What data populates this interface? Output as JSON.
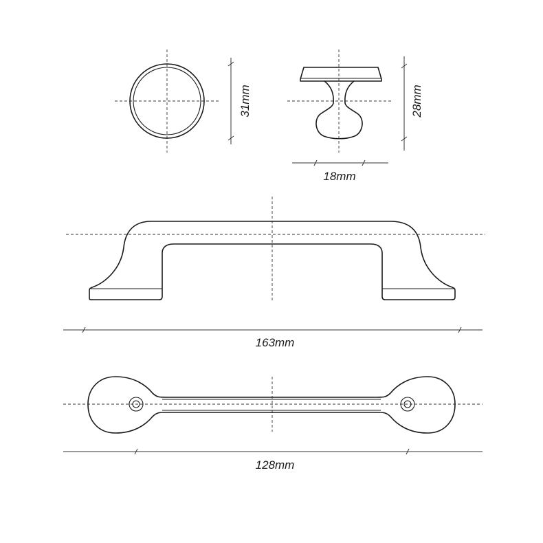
{
  "dimensions": {
    "knob_diameter": "31mm",
    "knob_height": "28mm",
    "knob_base": "18mm",
    "handle_length": "163mm",
    "hole_spacing": "128mm"
  }
}
